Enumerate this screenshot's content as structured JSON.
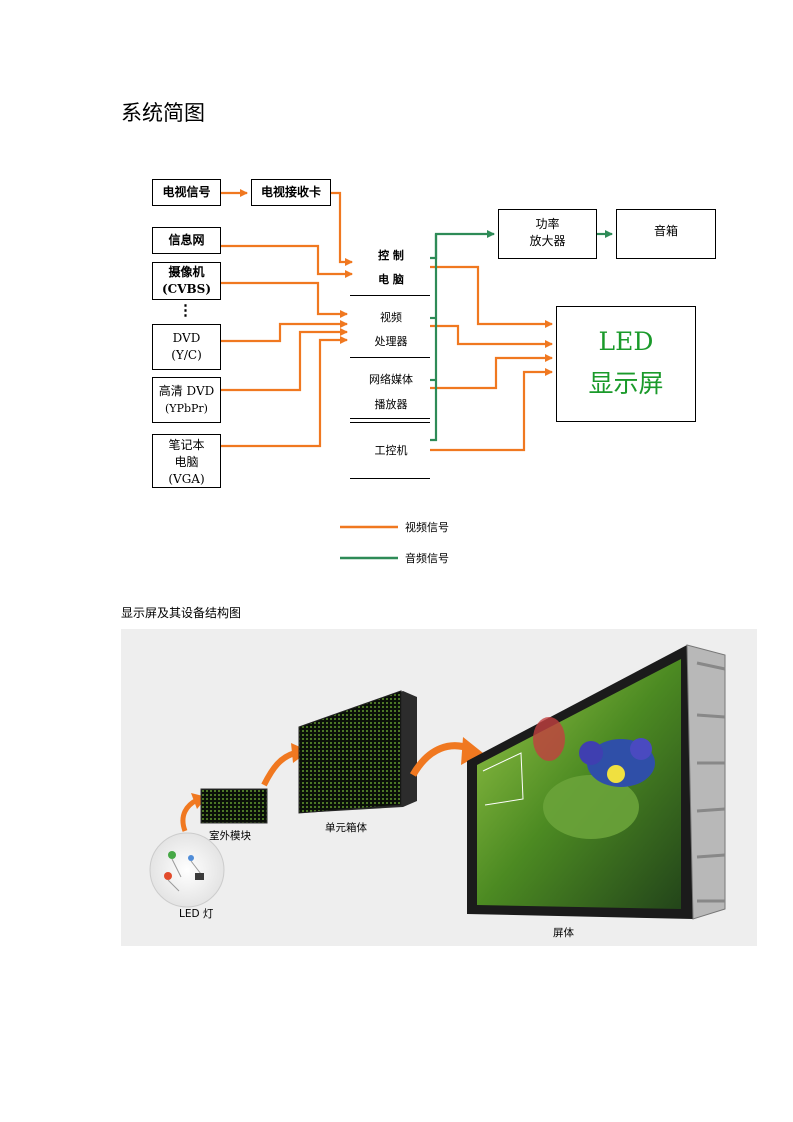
{
  "title": "系统简图",
  "diagram": {
    "sources": {
      "tv_signal": "电视信号",
      "tv_card": "电视接收卡",
      "info_net": "信息网",
      "camera_1": "摄像机",
      "camera_2": "(CVBS)",
      "ellipsis": "⋮",
      "dvd_1": "DVD",
      "dvd_2": "(Y/C)",
      "hd_dvd_1": "高清 DVD",
      "hd_dvd_2": "(YPbPr)",
      "laptop_1": "笔记本",
      "laptop_2": "电脑",
      "laptop_3": "(VGA)"
    },
    "center": {
      "control_1": "控 制",
      "control_2": "电 脑",
      "video_1": "视频",
      "video_2": "处理器",
      "media_1": "网络媒体",
      "media_2": "播放器",
      "ipc": "工控机"
    },
    "outputs": {
      "amp_1": "功率",
      "amp_2": "放大器",
      "speaker": "音箱",
      "led_1": "LED",
      "led_2": "显示屏"
    },
    "legend": {
      "video": "视频信号",
      "audio": "音频信号"
    },
    "colors": {
      "video": "#f07820",
      "audio": "#2e8b57",
      "led_text": "#1a9a2a"
    }
  },
  "structure": {
    "subtitle": "显示屏及其设备结构图",
    "labels": {
      "led_lamp": "LED 灯",
      "module": "室外模块",
      "cabinet": "单元箱体",
      "screen": "屏体"
    }
  }
}
